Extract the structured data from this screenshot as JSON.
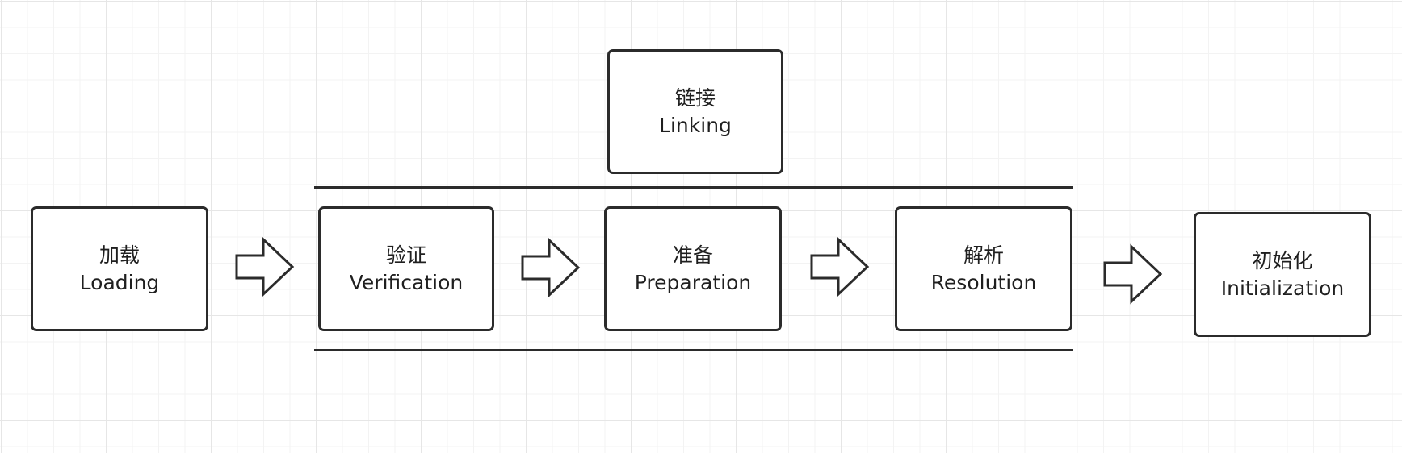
{
  "diagram": {
    "group": {
      "name_zh": "链接",
      "name_en": "Linking"
    },
    "stages": [
      {
        "name_zh": "加载",
        "name_en": "Loading"
      },
      {
        "name_zh": "验证",
        "name_en": "Verification"
      },
      {
        "name_zh": "准备",
        "name_en": "Preparation"
      },
      {
        "name_zh": "解析",
        "name_en": "Resolution"
      },
      {
        "name_zh": "初始化",
        "name_en": "Initialization"
      }
    ],
    "arrow_icon": "hollow-right-arrow-icon",
    "colors": {
      "stroke": "#2b2b2b",
      "text": "#1f1f1f",
      "grid": "#e6e6e6",
      "background": "#ffffff"
    }
  }
}
